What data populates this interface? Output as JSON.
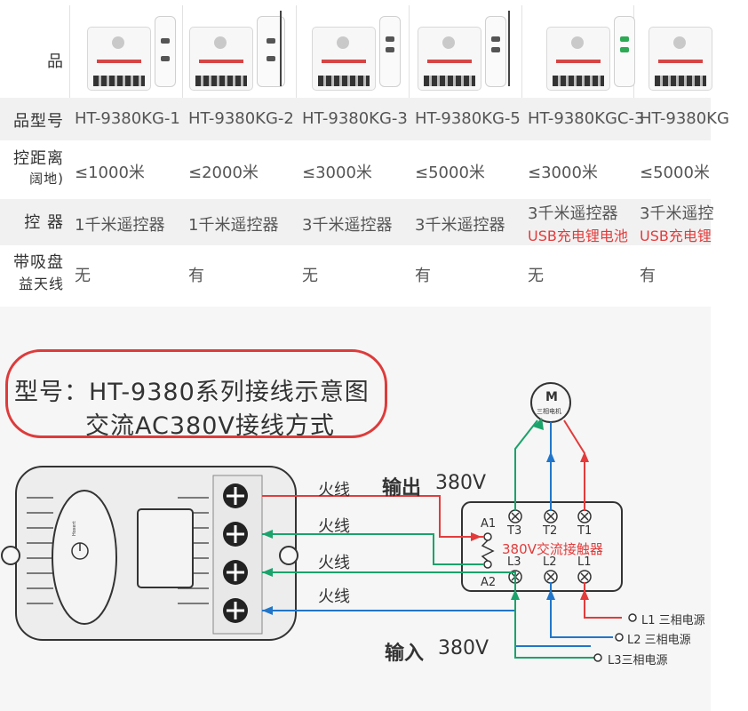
{
  "table": {
    "row_labels": [
      "品",
      "品型号",
      "控距离",
      "阔地)",
      "控  器",
      "带吸盘",
      "益天线"
    ],
    "models": [
      "HT-9380KG-1",
      "HT-9380KG-2",
      "HT-9380KG-3",
      "HT-9380KG-5",
      "HT-9380KGC-3",
      "HT-9380KG"
    ],
    "distances": [
      "≤1000米",
      "≤2000米",
      "≤3000米",
      "≤5000米",
      "≤3000米",
      "≤5000米"
    ],
    "remotes": [
      "1千米遥控器",
      "1千米遥控器",
      "3千米遥控器",
      "3千米遥控器",
      "3千米遥控器",
      "3千米遥控"
    ],
    "remote_notes": [
      "",
      "",
      "",
      "",
      "USB充电锂电池",
      "USB充电锂"
    ],
    "antenna": [
      "无",
      "有",
      "无",
      "有",
      "无",
      "有"
    ]
  },
  "diagram": {
    "title_line1": "型号：HT-9380系列接线示意图",
    "title_line2": "交流AC380V接线方式",
    "motor_letter": "M",
    "motor_label": "三相电机",
    "output_label": "输出",
    "output_voltage": "380V",
    "input_label": "输入",
    "input_voltage": "380V",
    "live_wire": "火线",
    "contactor_label": "380V交流接触器",
    "terminals_top": [
      "T3",
      "T2",
      "T1"
    ],
    "terminals_bottom": [
      "L3",
      "L2",
      "L1"
    ],
    "coil_terminals": [
      "A1",
      "A2"
    ],
    "sources": [
      "L1 三相电源",
      "L2 三相电源",
      "L3三相电源"
    ],
    "brand": "Hoxert",
    "colors": {
      "red": "#e33b3b",
      "green": "#1aa36b",
      "blue": "#2176c9"
    }
  }
}
